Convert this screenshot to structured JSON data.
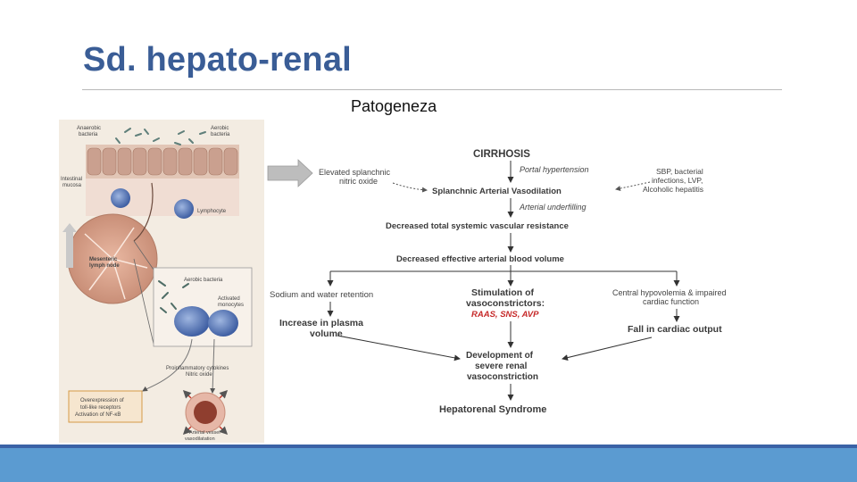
{
  "slide": {
    "title": "Sd. hepato-renal",
    "subtitle": "Patogeneza"
  },
  "illustration": {
    "anaerobic_label_1": "Anaerobic",
    "anaerobic_label_2": "bacteria",
    "aerobic_label_1": "Aerobic",
    "aerobic_label_2": "bacteria",
    "mucosa_label_1": "Intestinal",
    "mucosa_label_2": "mucosa",
    "lymphocyte_label": "Lymphocyte",
    "node_label_1": "Mesenteric",
    "node_label_2": "lymph node",
    "aerobic_inset_label": "Aerobic bacteria",
    "monocytes_label_1": "Activated",
    "monocytes_label_2": "monocytes",
    "cytokines_label_1": "Proinflammatory cytokines",
    "cytokines_label_2": "Nitric oxide",
    "box_line_1": "Overexpression of",
    "box_line_2": "toll-like receptors",
    "box_line_3": "Activation of NF-κB",
    "vessel_label_1": "Arterial vessel",
    "vessel_label_2": "vasodilatation"
  },
  "flow": {
    "cirrhosis": "CIRRHOSIS",
    "portal_hypertension": "Portal hypertension",
    "no_line_1": "Elevated splanchnic",
    "no_line_2": "nitric oxide",
    "sbp_line_1": "SBP, bacterial",
    "sbp_line_2": "infections, LVP,",
    "sbp_line_3": "Alcoholic hepatitis",
    "splanchnic": "Splanchnic Arterial Vasodilation",
    "underfilling": "Arterial underfilling",
    "svr": "Decreased total systemic vascular resistance",
    "eabv": "Decreased effective arterial blood volume",
    "sodium": "Sodium and water retention",
    "stim_line_1": "Stimulation of",
    "stim_line_2": "vasoconstrictors:",
    "stim_line_3": "RAAS, SNS, AVP",
    "central_line_1": "Central hypovolemia & impaired",
    "central_line_2": "cardiac function",
    "plasma_line_1": "Increase in plasma",
    "plasma_line_2": "volume",
    "cardiac_output": "Fall in cardiac output",
    "dev_line_1": "Development of",
    "dev_line_2": "severe renal",
    "dev_line_3": "vasoconstriction",
    "hrs": "Hepatorenal Syndrome"
  },
  "colors": {
    "title": "#3a5d96",
    "footer": "#5b9bd1",
    "footer_line": "#3a62a6",
    "arrow": "#333333",
    "accent_red": "#c62828"
  }
}
